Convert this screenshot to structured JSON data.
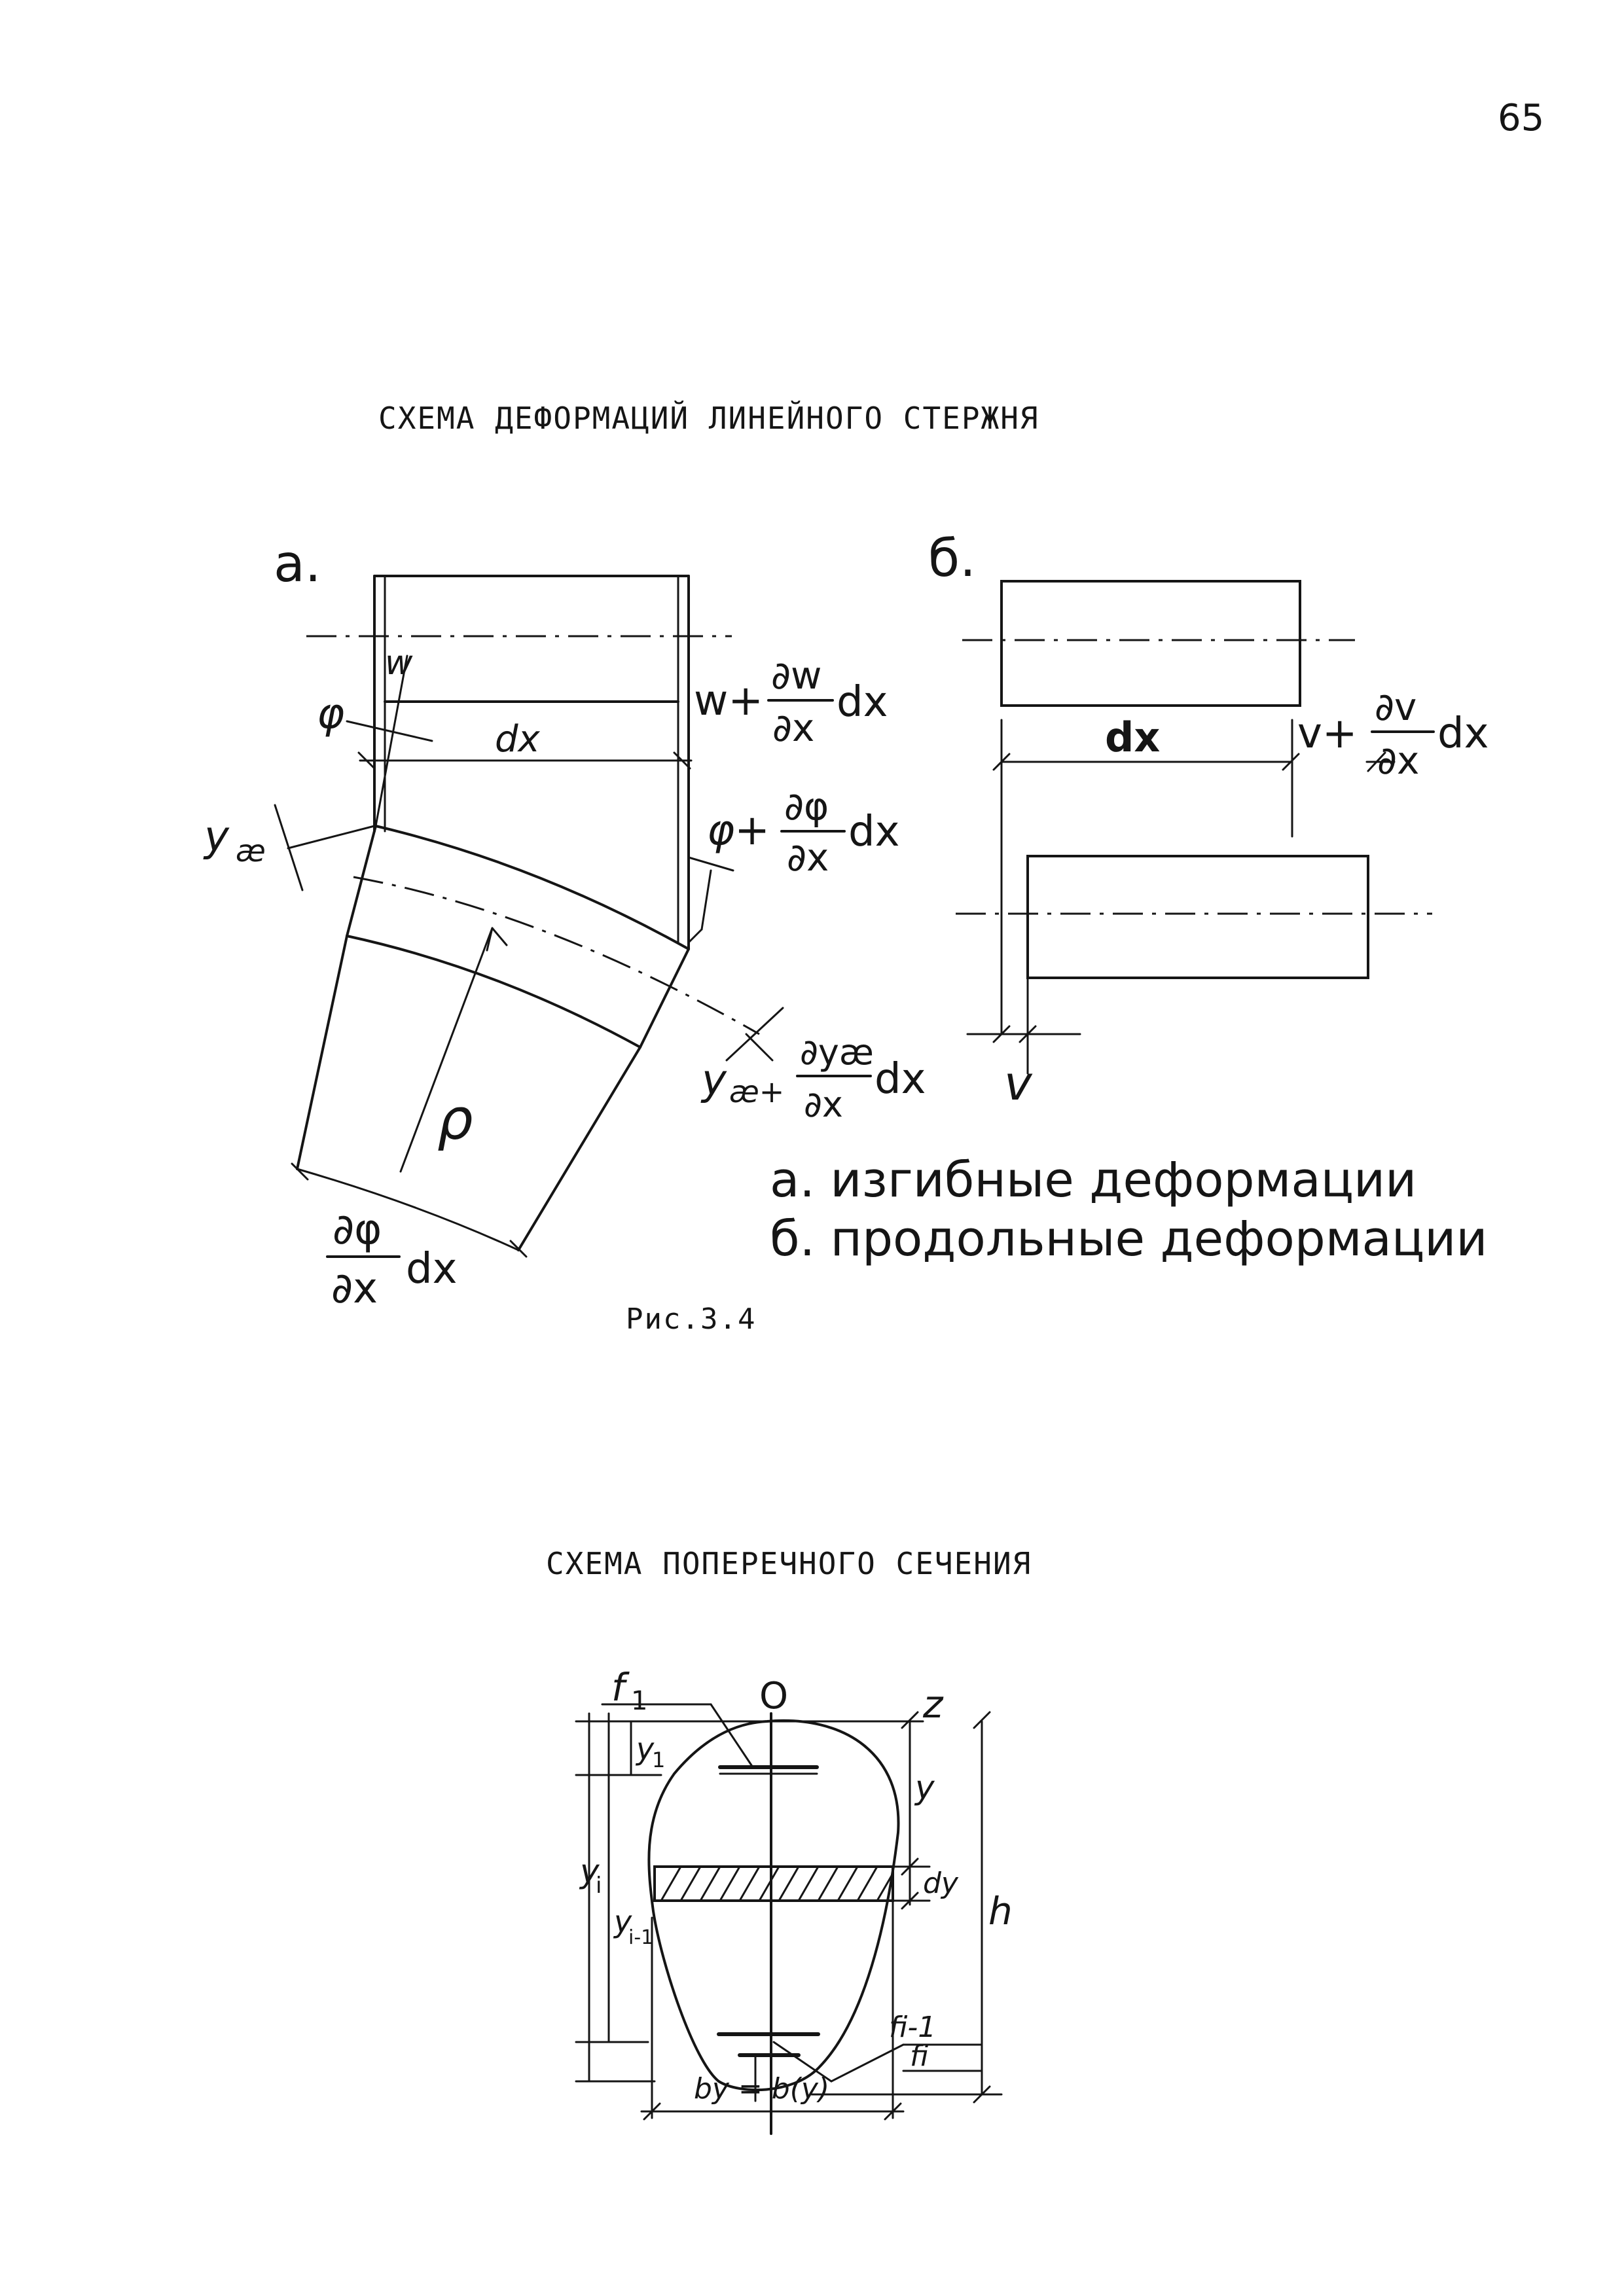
{
  "page_number": "65",
  "figure1": {
    "title": "СХЕМА ДЕФОРМАЦИЙ ЛИНЕЙНОГО СТЕРЖНЯ",
    "panel_a_label": "а.",
    "panel_b_label": "б.",
    "a_labels": {
      "w": "w",
      "w_plus": "w+",
      "dw_num": "∂w",
      "dx_den1": "∂x",
      "dx_1": "dx",
      "phi": "φ",
      "dx": "dx",
      "phi_plus": "φ+",
      "dphi_num": "∂φ",
      "dx_den2": "∂x",
      "dx_2": "dx",
      "y_kappa": "y",
      "y_kappa_sub": "æ",
      "y_plus": "y",
      "y_plus_sub": "æ+",
      "dy_num": "∂yæ",
      "dx_den3": "∂x",
      "dx_3": "dx",
      "rho": "ρ",
      "dphi_arc_num": "∂φ",
      "dphi_arc_den": "∂x",
      "dphi_arc_dx": "dx"
    },
    "b_labels": {
      "dx": "dx",
      "v_plus": "v+",
      "dv_num": "∂v",
      "dv_den": "∂x",
      "dv_dx": "dx",
      "v": "v"
    },
    "legend": [
      "а. изгибные деформации",
      "б. продольные деформации"
    ],
    "caption": "Рис.3.4"
  },
  "figure2": {
    "title": "СХЕМА ПОПЕРЕЧНОГО СЕЧЕНИЯ",
    "labels": {
      "f1": "f",
      "f1_sub": "1",
      "o": "O",
      "z": "z",
      "y1": "y",
      "y1_sub": "1",
      "yi": "y",
      "yi_sub": "i",
      "yi1": "y",
      "yi1_sub": "i-1",
      "y": "y",
      "dy": "dy",
      "h": "h",
      "fi1": "fi-1",
      "fi": "fi",
      "by": "by = b(y)"
    }
  }
}
